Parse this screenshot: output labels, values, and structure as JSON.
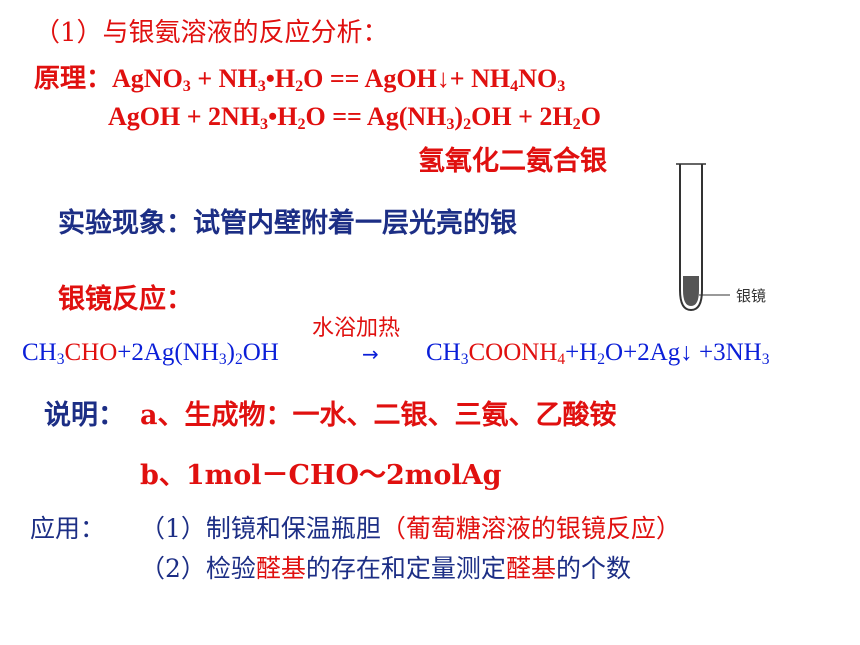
{
  "title": "（1）与银氨溶液的反应分析：",
  "principle": {
    "label": "原理：",
    "eq1": {
      "a": "AgNO",
      "a_sub": "3",
      "b": " + NH",
      "b_sub": "3",
      "c": "•H",
      "c_sub": "2",
      "d": "O  ==  AgOH",
      "arrow": "↓",
      "e": "+ NH",
      "e_sub": "4",
      "f": "NO",
      "f_sub": "3"
    },
    "eq2": {
      "a": "AgOH  +  2NH",
      "a_sub": "3",
      "b": "•H",
      "b_sub": "2",
      "c": "O    ==  Ag(NH",
      "c_sub": "3",
      "d": ")",
      "d_sub": "2",
      "e": "OH  +  2H",
      "e_sub": "2",
      "f": "O"
    },
    "product_name": "氢氧化二氨合银"
  },
  "phenomenon": "实验现象：试管内壁附着一层光亮的银",
  "mirror_reaction": {
    "label": "银镜反应：",
    "condition": "水浴加热",
    "condition_arrow": "→",
    "lhs": {
      "a": "CH",
      "a_sub": "3",
      "b": "CHO",
      "c": "+2Ag(NH",
      "c_sub": "3",
      "d": ")",
      "d_sub": "2",
      "e": "OH"
    },
    "rhs": {
      "a": "CH",
      "a_sub": "3",
      "b": "COONH",
      "b_sub": "4",
      "c": "+H",
      "c_sub": "2",
      "d": "O+2Ag",
      "arrow": "↓",
      "e": " +3NH",
      "e_sub": "3"
    }
  },
  "notes": {
    "label": "说明：",
    "a": "a、生成物：一水、二银、三氨、乙酸铵",
    "b": "b、1mol－CHO～2molAg"
  },
  "application": {
    "label": "应用：",
    "item1_prefix": "（1）制镜和保温瓶胆",
    "item1_highlight": "（葡萄糖溶液的银镜反应）",
    "item2_prefix": "（2）检验",
    "item2_h1": "醛基",
    "item2_mid": "的存在和定量测定",
    "item2_h2": "醛基",
    "item2_suffix": "的个数"
  },
  "figure": {
    "label": "银镜"
  },
  "colors": {
    "red": "#e0100f",
    "navy": "#1c2e85",
    "blue": "#0b1fd8"
  }
}
